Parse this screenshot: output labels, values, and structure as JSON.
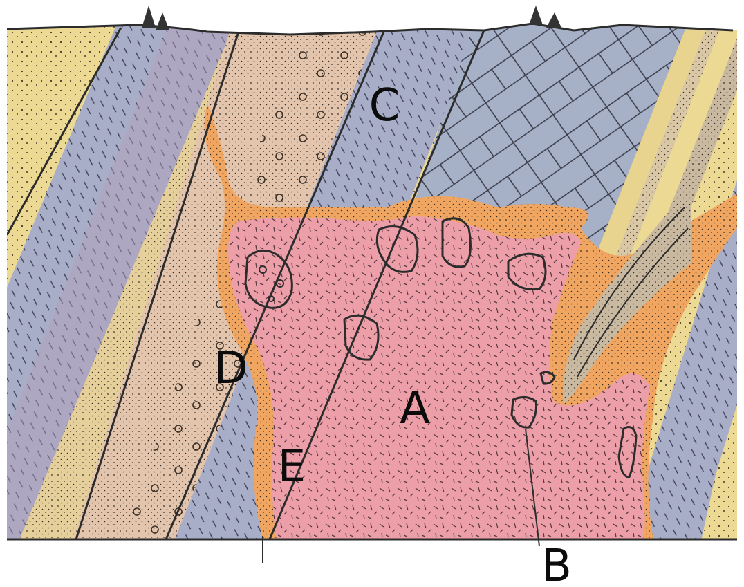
{
  "figure": {
    "labels": {
      "a": "A",
      "b": "B",
      "c": "C",
      "d": "D",
      "e": "E"
    }
  },
  "colors": {
    "sandstone_yellow": "#ecd994",
    "conglomerate_tan": "#e3c4ad",
    "shale_blue": "#a8aec7",
    "shale_purple": "#b49fbc",
    "limestone_gray": "#a6b1c7",
    "intrusion_pink": "#ec9fa9",
    "contact_aureole_orange": "#f0a660",
    "outline": "#2c2c2c",
    "background": "#ffffff"
  }
}
